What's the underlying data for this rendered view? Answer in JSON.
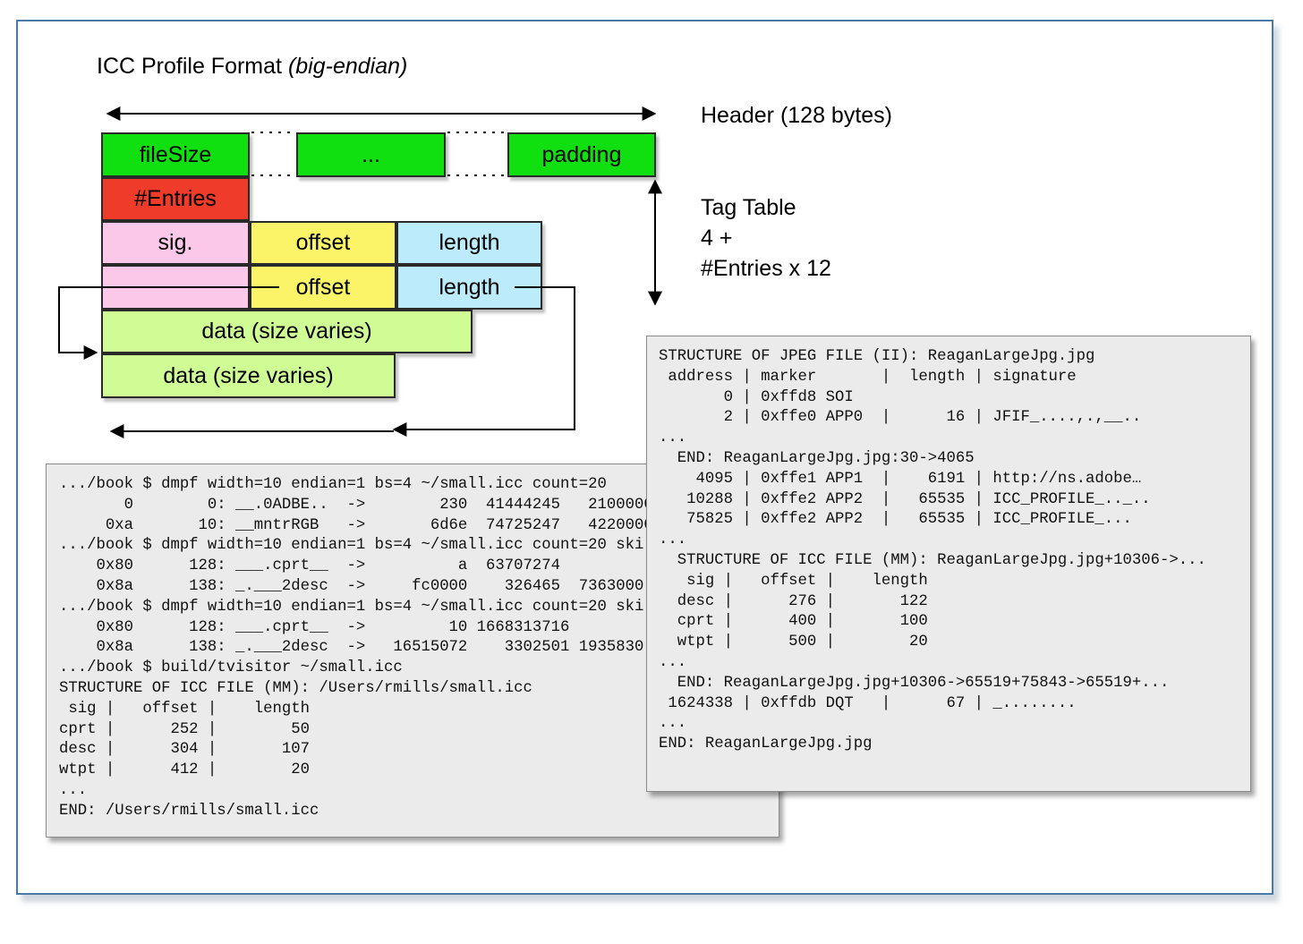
{
  "title": {
    "main": "ICC Profile Format",
    "italic": "(big-endian)"
  },
  "labels": {
    "header": "Header (128 bytes)",
    "tag_table_1": "Tag Table",
    "tag_table_2": "4 +",
    "tag_table_3": "#Entries x 12"
  },
  "boxes": {
    "filesize": "fileSize",
    "ellipsis": "...",
    "padding": "padding",
    "entries": "#Entries",
    "sig": "sig.",
    "offset1": "offset",
    "length1": "length",
    "offset2": "offset",
    "length2": "length",
    "data1": "data (size varies)",
    "data2": "data (size varies)"
  },
  "colors": {
    "header_green": "#10e010",
    "entries_red": "#ee3b2a",
    "sig_pink": "#fcc8ea",
    "offset_yellow": "#fbf469",
    "length_cyan": "#bcecfc",
    "data_green": "#cffc95",
    "frame_blue": "#4a7aa6"
  },
  "terminal_left": {
    "lines": [
      ".../book $ dmpf width=10 endian=1 bs=4 ~/small.icc count=20",
      "       0        0: __.0ADBE..  ->        230  41444245   2100000",
      "     0xa       10: __mntrRGB   ->       6d6e  74725247   4220000",
      ".../book $ dmpf width=10 endian=1 bs=4 ~/small.icc count=20 ski",
      "    0x80      128: ___.cprt__  ->          a  63707274",
      "    0x8a      138: _.___2desc  ->     fc0000    326465  7363000",
      ".../book $ dmpf width=10 endian=1 bs=4 ~/small.icc count=20 ski",
      "    0x80      128: ___.cprt__  ->         10 1668313716",
      "    0x8a      138: _.___2desc  ->   16515072    3302501 1935830",
      ".../book $ build/tvisitor ~/small.icc",
      "STRUCTURE OF ICC FILE (MM): /Users/rmills/small.icc",
      " sig |   offset |    length",
      "cprt |      252 |        50",
      "desc |      304 |       107",
      "wtpt |      412 |        20",
      "...",
      "END: /Users/rmills/small.icc"
    ]
  },
  "terminal_right": {
    "lines": [
      "STRUCTURE OF JPEG FILE (II): ReaganLargeJpg.jpg",
      " address | marker       |  length | signature",
      "       0 | 0xffd8 SOI",
      "       2 | 0xffe0 APP0  |      16 | JFIF_....,.,__..",
      "...",
      "  END: ReaganLargeJpg.jpg:30->4065",
      "    4095 | 0xffe1 APP1  |    6191 | http://ns.adobe…",
      "   10288 | 0xffe2 APP2  |   65535 | ICC_PROFILE_.._..",
      "   75825 | 0xffe2 APP2  |   65535 | ICC_PROFILE_...",
      "...",
      "  STRUCTURE OF ICC FILE (MM): ReaganLargeJpg.jpg+10306->...",
      "   sig |   offset |    length",
      "  desc |      276 |       122",
      "  cprt |      400 |       100",
      "  wtpt |      500 |        20",
      "...",
      "  END: ReaganLargeJpg.jpg+10306->65519+75843->65519+...",
      " 1624338 | 0xffdb DQT   |      67 | _........",
      "...",
      "END: ReaganLargeJpg.jpg"
    ]
  }
}
